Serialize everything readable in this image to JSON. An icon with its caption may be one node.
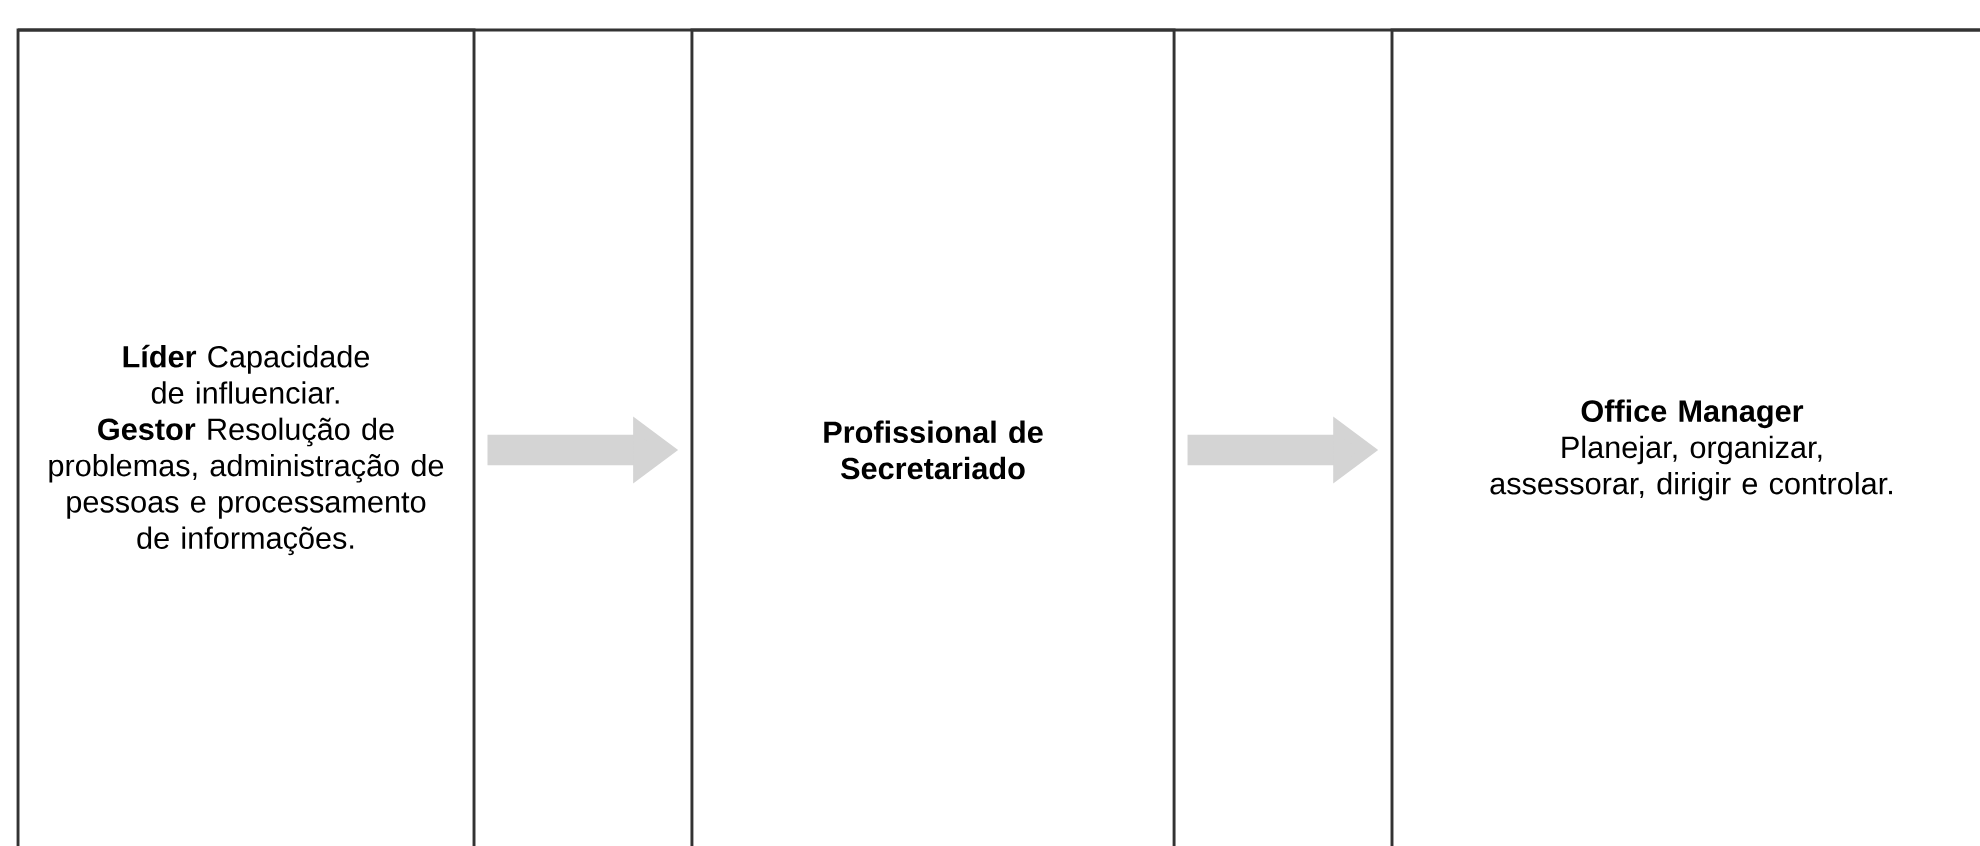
{
  "diagram": {
    "nodes": [
      {
        "text": [
          "**Líder** Capacidade de influenciar.",
          "**Gestor** Resolução de problemas, administração de pessoas e processamento de informações."
        ]
      },
      {
        "text": [
          "Profissional de Secretariado"
        ]
      },
      {
        "text": [
          "Office Manager",
          "Planejar, organizar, assessorar, dirigir e controlar."
        ]
      }
    ],
    "edges": [
      {
        "from": 0,
        "to": 1,
        "arrow": "to"
      },
      {
        "from": 1,
        "to": 2,
        "arrow": "to"
      }
    ]
  }
}
